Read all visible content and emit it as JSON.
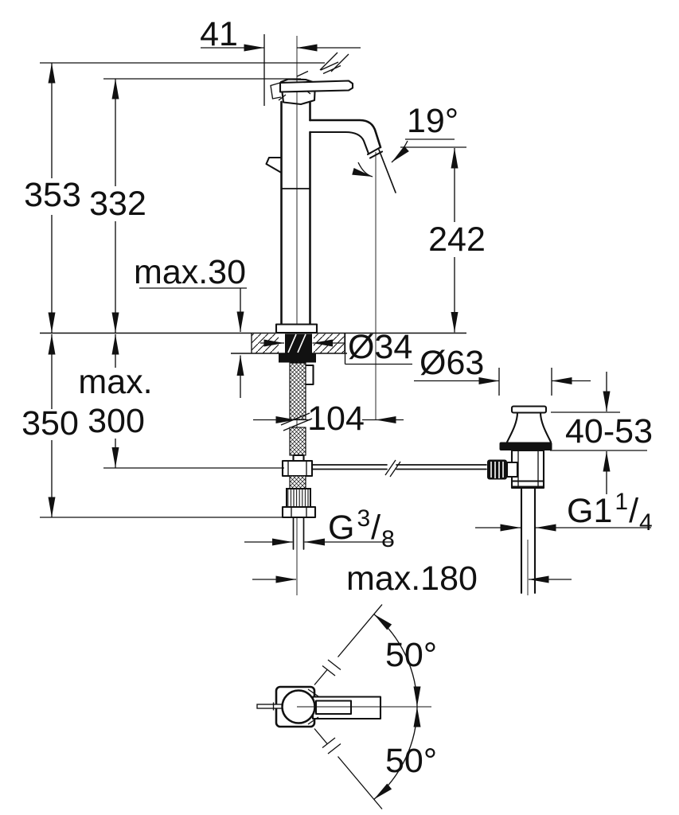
{
  "drawing_labels": {
    "top_offset": "41",
    "height_total": "353",
    "height_spout": "332",
    "spout_angle": "19°",
    "outlet_height": "242",
    "deck_thickness_max": "max.30",
    "hole_diameter": "Ø34",
    "flange_diameter": "Ø63",
    "below_max_line1": "max.",
    "below_max_line2": "300",
    "below_total": "350",
    "reach": "104",
    "drain_clamp_range": "40-53",
    "rod_reach_max": "max.180",
    "swivel_top": "50°",
    "swivel_bottom": "50°",
    "supply_thread": {
      "base": "G",
      "numerator": "3",
      "slash": "/",
      "denominator": "8"
    },
    "drain_thread": {
      "base": "G1",
      "numerator": "1",
      "slash": "/",
      "denominator": "4"
    }
  },
  "colors": {
    "ink": "#111111",
    "paper": "#ffffff"
  }
}
